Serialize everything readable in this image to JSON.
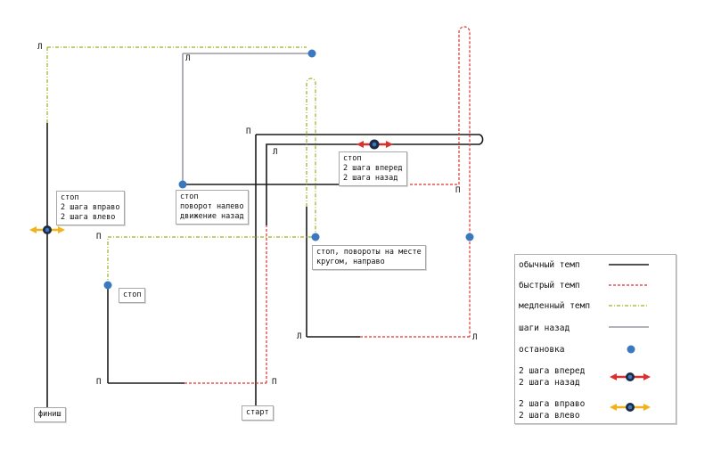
{
  "notes": {
    "stop_sides": "стоп\n2 шага вправо\n2 шага влево",
    "stop_turn_left_back": "стоп\nповорот налево\nдвижение назад",
    "steps_forward_back": "стоп\n2 шага вперед\n2 шага назад",
    "stop_turns": "стоп, повороты на месте\nкругом, направо",
    "stop": "стоп",
    "finish": "финиш",
    "start": "старт"
  },
  "turn_marks": {
    "left": "Л",
    "right": "П"
  },
  "legend": {
    "normal": "обычный темп",
    "fast": "быстрый темп",
    "slow": "медленный темп",
    "back": "шаги назад",
    "stop": "остановка",
    "forward_back": "2 шага вперед\n2 шага назад",
    "sides": "2 шага вправо\n2 шага влево"
  },
  "colors": {
    "normal": "#1a1a1a",
    "fast": "#e03030",
    "slow": "#9ab020",
    "back": "#9a9aa6",
    "stop": "#3a78c0",
    "arrow_red": "#d93030",
    "arrow_yellow": "#f2b21c"
  }
}
